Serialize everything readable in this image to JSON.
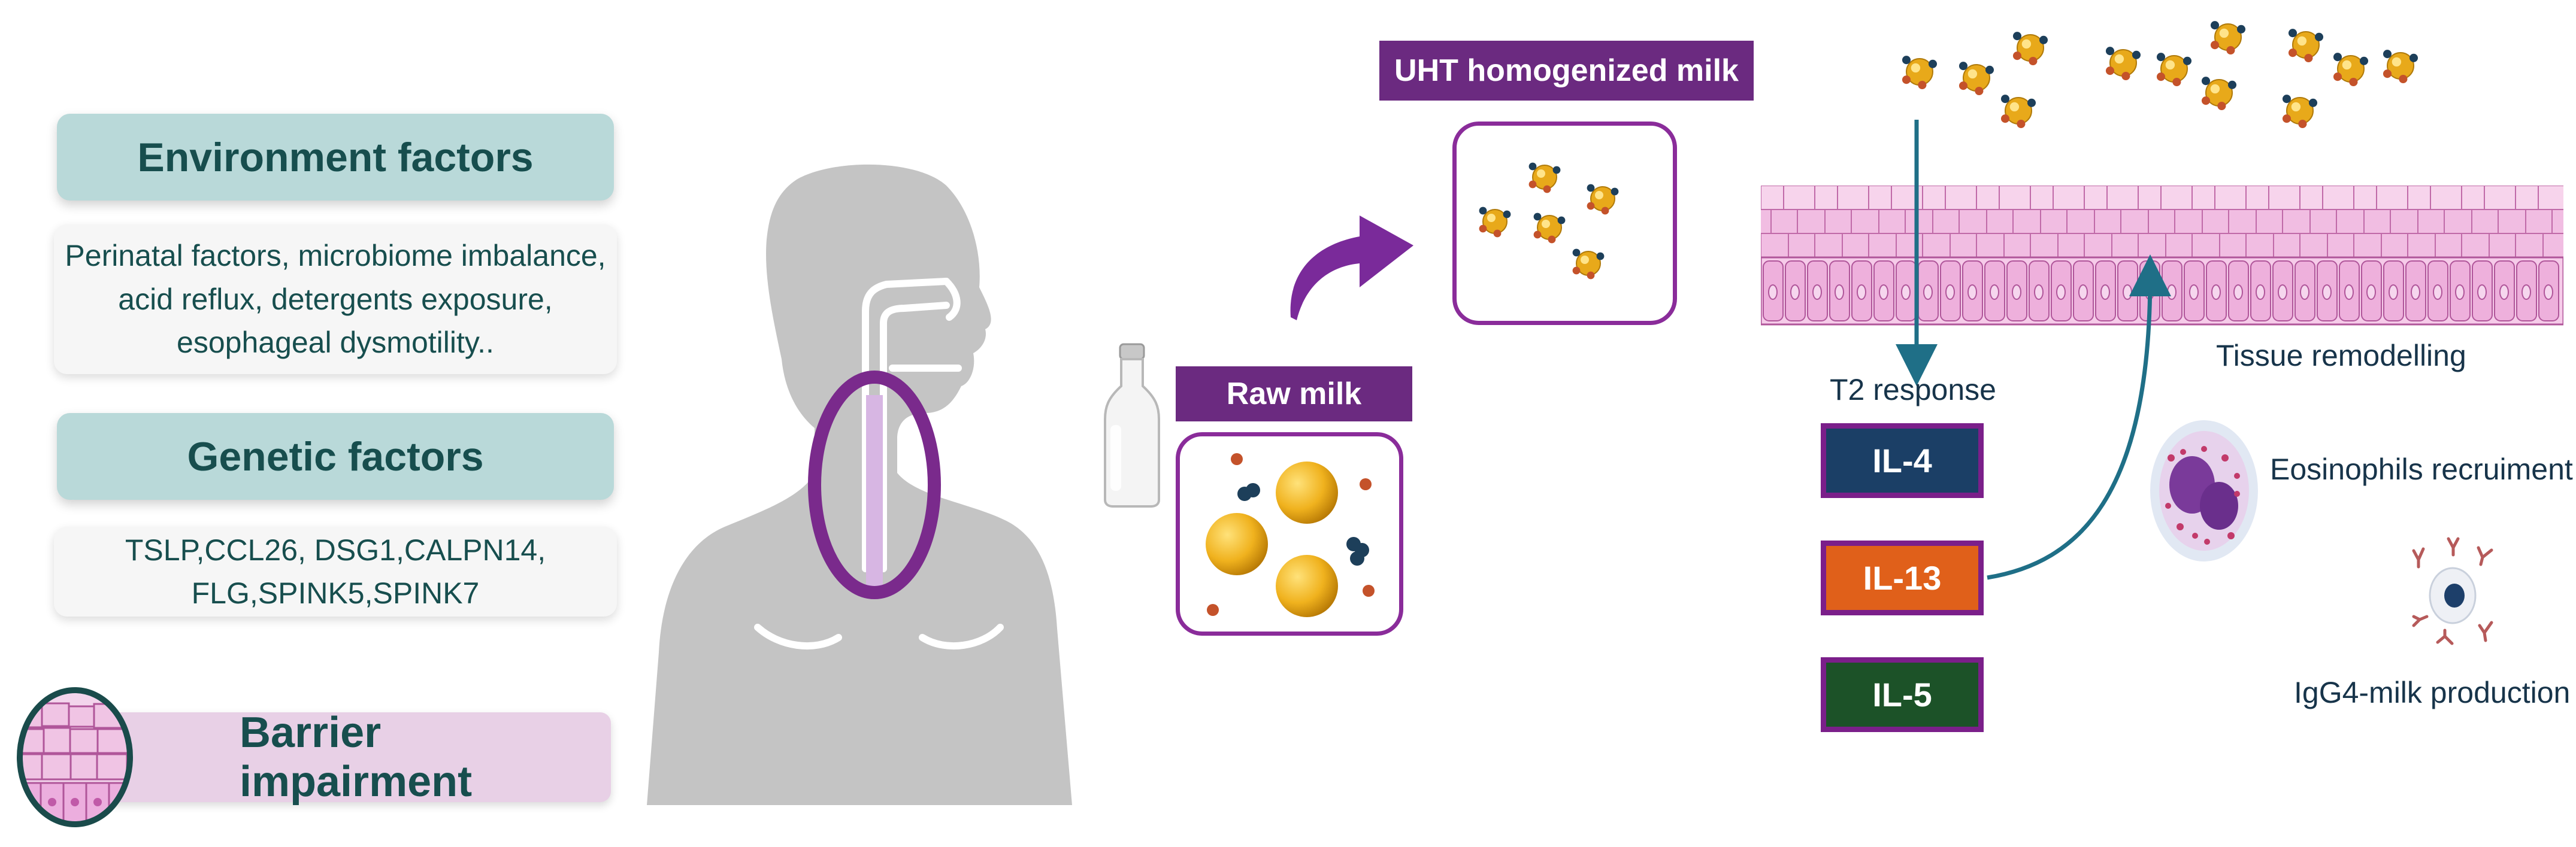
{
  "environment": {
    "title": "Environment factors",
    "text_lines": [
      "Perinatal factors, microbiome imbalance,",
      "acid reflux, detergents exposure,",
      "esophageal dysmotility.."
    ]
  },
  "genetic": {
    "title": "Genetic factors",
    "text_lines": [
      "TSLP,CCL26, DSG1,CALPN14,",
      "FLG,SPINK5,SPINK7"
    ]
  },
  "barrier": {
    "title": "Barrier impairment"
  },
  "raw_milk": {
    "label": "Raw milk"
  },
  "uht_milk": {
    "label": "UHT homogenized milk"
  },
  "immune": {
    "t2_response": "T2 response",
    "tissue_remodelling": "Tissue remodelling",
    "eosinophils": "Eosinophils recruiment",
    "igg4": "IgG4-milk production",
    "interleukins": [
      {
        "label": "IL-4",
        "color": "#1b3f66"
      },
      {
        "label": "IL-13",
        "color": "#e0601a"
      },
      {
        "label": "IL-5",
        "color": "#1c5228"
      }
    ]
  },
  "colors": {
    "teal_text": "#174e4e",
    "purple": "#6b2a80",
    "arrow_teal": "#1f6f87",
    "body_gray": "#c4c4c4"
  }
}
